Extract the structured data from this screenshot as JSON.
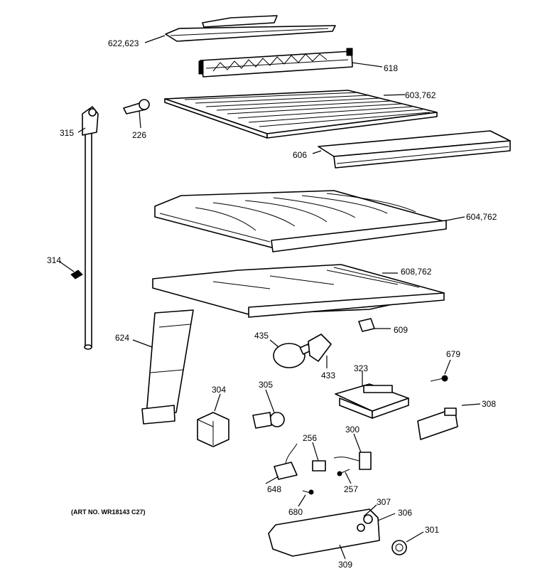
{
  "art_number": "(ART NO. WR18143 C27)",
  "callouts": {
    "c622_623": "622,623",
    "c618": "618",
    "c603_762": "603,762",
    "c226": "226",
    "c315": "315",
    "c606": "606",
    "c604_762": "604,762",
    "c314": "314",
    "c608_762": "608,762",
    "c609": "609",
    "c624": "624",
    "c435": "435",
    "c433": "433",
    "c679": "679",
    "c323": "323",
    "c304": "304",
    "c305": "305",
    "c308": "308",
    "c300": "300",
    "c256": "256",
    "c257": "257",
    "c648": "648",
    "c680": "680",
    "c307": "307",
    "c306": "306",
    "c301": "301",
    "c309": "309"
  }
}
